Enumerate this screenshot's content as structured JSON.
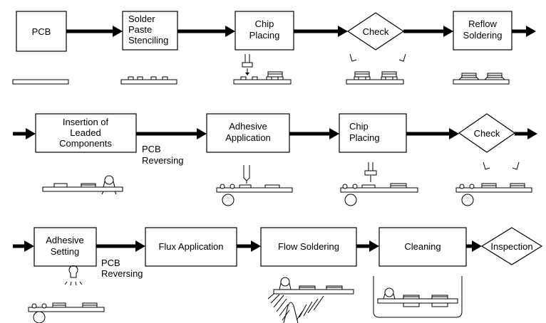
{
  "rows": [
    {
      "steps": [
        {
          "lines": [
            "PCB"
          ]
        },
        {
          "lines": [
            "Solder",
            "Paste",
            "Stenciling"
          ]
        },
        {
          "lines": [
            "Chip",
            "Placing"
          ]
        },
        {
          "lines": [
            "Check"
          ]
        },
        {
          "lines": [
            "Reflow",
            "Soldering"
          ]
        }
      ]
    },
    {
      "steps": [
        {
          "lines": [
            "Insertion of",
            "Leaded",
            "Components"
          ]
        },
        {
          "lines": [
            "Adhesive",
            "Application"
          ]
        },
        {
          "lines": [
            "Chip",
            "Placing"
          ]
        },
        {
          "lines": [
            "Check"
          ]
        }
      ],
      "note": [
        "PCB",
        "Reversing"
      ]
    },
    {
      "steps": [
        {
          "lines": [
            "Adhesive",
            "Setting"
          ]
        },
        {
          "lines": [
            "Flux Application"
          ]
        },
        {
          "lines": [
            "Flow Soldering"
          ]
        },
        {
          "lines": [
            "Cleaning"
          ]
        },
        {
          "lines": [
            "Inspection"
          ]
        }
      ],
      "note": [
        "PCB",
        "Reversing"
      ]
    }
  ]
}
